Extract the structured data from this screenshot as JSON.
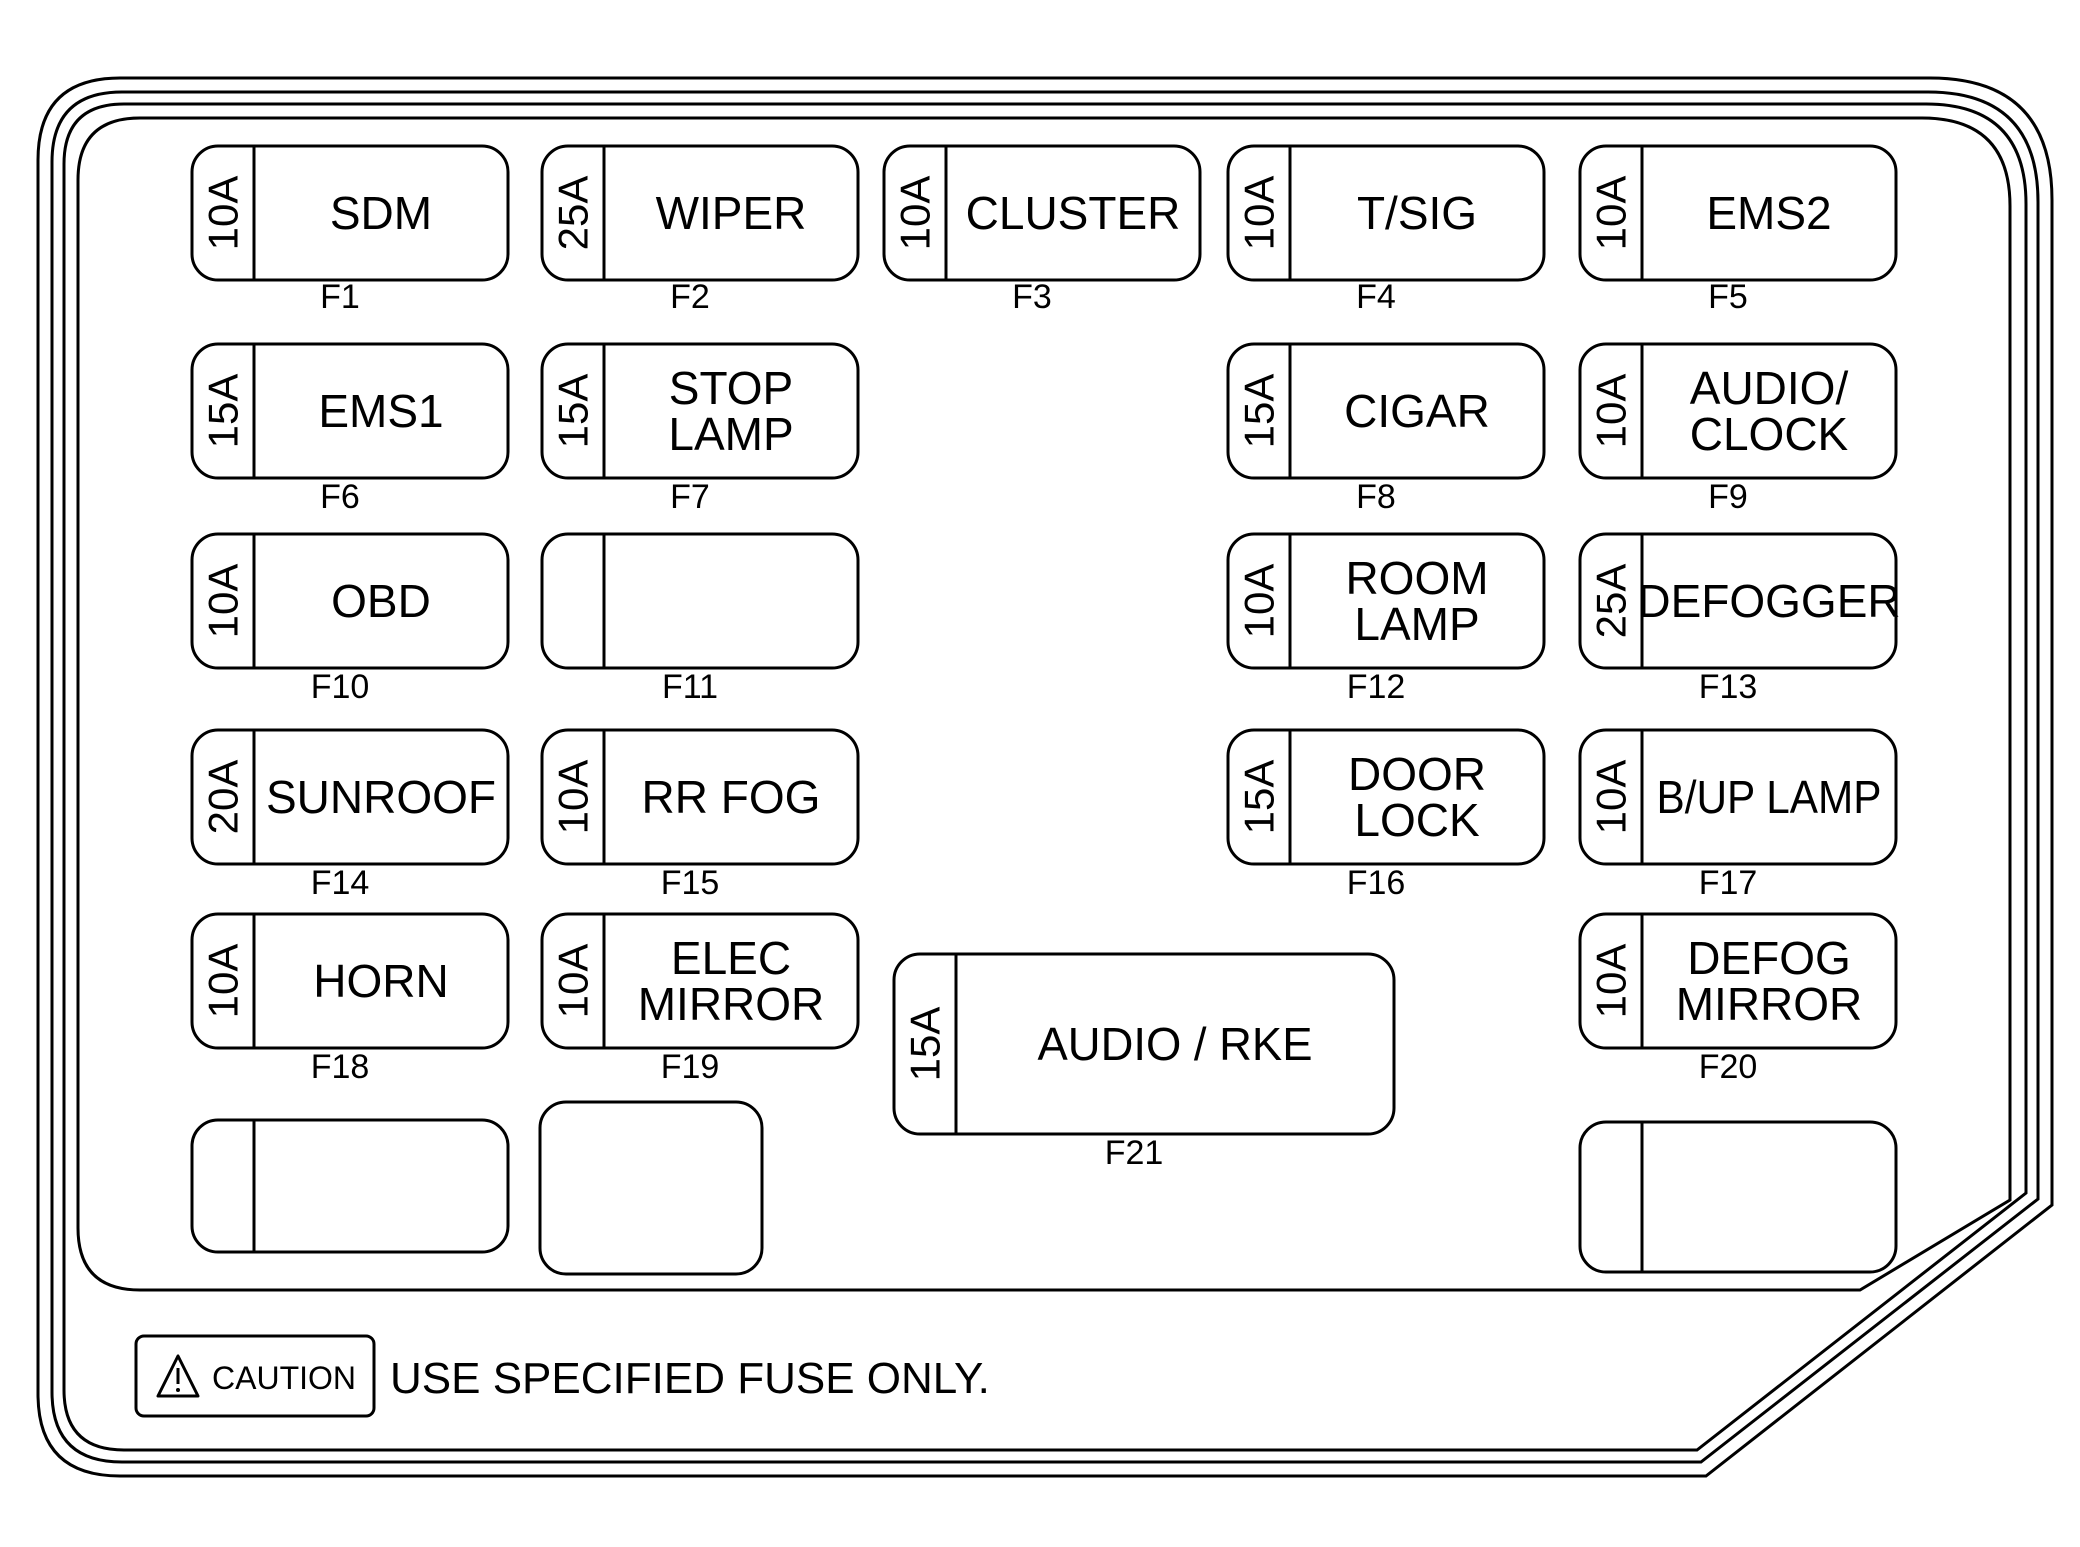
{
  "fuses": [
    {
      "id": "F1",
      "amp": "10A",
      "lines": [
        "SDM"
      ]
    },
    {
      "id": "F2",
      "amp": "25A",
      "lines": [
        "WIPER"
      ]
    },
    {
      "id": "F3",
      "amp": "10A",
      "lines": [
        "CLUSTER"
      ]
    },
    {
      "id": "F4",
      "amp": "10A",
      "lines": [
        "T/SIG"
      ]
    },
    {
      "id": "F5",
      "amp": "10A",
      "lines": [
        "EMS2"
      ]
    },
    {
      "id": "F6",
      "amp": "15A",
      "lines": [
        "EMS1"
      ]
    },
    {
      "id": "F7",
      "amp": "15A",
      "lines": [
        "STOP",
        "LAMP"
      ]
    },
    {
      "id": "F8",
      "amp": "15A",
      "lines": [
        "CIGAR"
      ]
    },
    {
      "id": "F9",
      "amp": "10A",
      "lines": [
        "AUDIO/",
        "CLOCK"
      ]
    },
    {
      "id": "F10",
      "amp": "10A",
      "lines": [
        "OBD"
      ]
    },
    {
      "id": "F11",
      "amp": "",
      "lines": []
    },
    {
      "id": "F12",
      "amp": "10A",
      "lines": [
        "ROOM",
        "LAMP"
      ]
    },
    {
      "id": "F13",
      "amp": "25A",
      "lines": [
        "DEFOGGER"
      ]
    },
    {
      "id": "F14",
      "amp": "20A",
      "lines": [
        "SUNROOF"
      ]
    },
    {
      "id": "F15",
      "amp": "10A",
      "lines": [
        "RR FOG"
      ]
    },
    {
      "id": "F16",
      "amp": "15A",
      "lines": [
        "DOOR",
        "LOCK"
      ]
    },
    {
      "id": "F17",
      "amp": "10A",
      "lines": [
        "B/UP LAMP"
      ]
    },
    {
      "id": "F18",
      "amp": "10A",
      "lines": [
        "HORN"
      ]
    },
    {
      "id": "F19",
      "amp": "10A",
      "lines": [
        "ELEC",
        "MIRROR"
      ]
    },
    {
      "id": "F20",
      "amp": "10A",
      "lines": [
        "DEFOG",
        "MIRROR"
      ]
    },
    {
      "id": "F21",
      "amp": "15A",
      "lines": [
        "AUDIO / RKE"
      ]
    }
  ],
  "caution": {
    "badge": "CAUTION",
    "message": "USE SPECIFIED FUSE ONLY."
  }
}
